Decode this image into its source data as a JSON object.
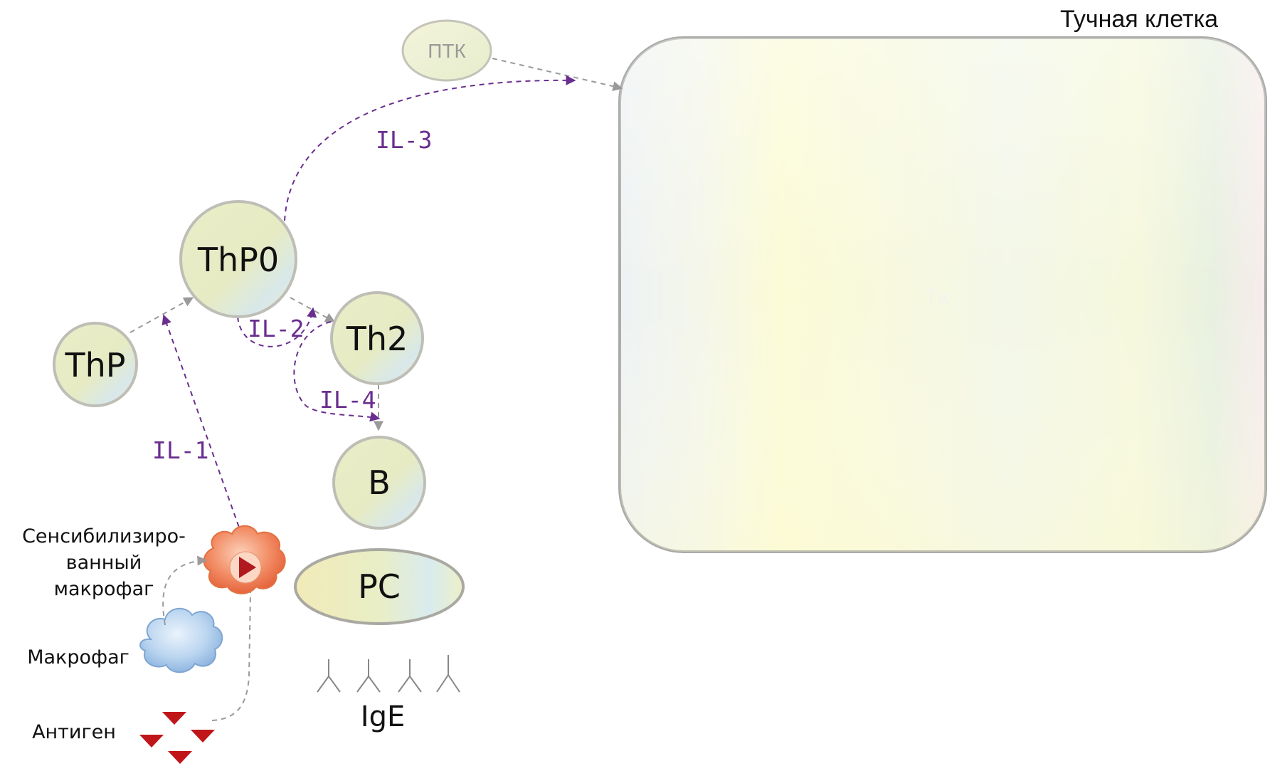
{
  "diagram": {
    "mast_cell_title": "Тучная клетка",
    "mast_cell_inner": "Тк",
    "ptk": "ПТК",
    "cells": {
      "thp": "ThP",
      "thp0": "ThP0",
      "th2": "Th2",
      "b": "B",
      "pc": "PC"
    },
    "interleukins": {
      "il1": "IL-1",
      "il2": "IL-2",
      "il3": "IL-3",
      "il4": "IL-4"
    },
    "labels": {
      "sensitized_line1": "Сенсибилизиро-",
      "sensitized_line2": "ванный",
      "sensitized_line3": "макрофаг",
      "macrophage": "Макрофаг",
      "antigen": "Антиген",
      "ige": "IgE"
    },
    "colors": {
      "purple_arrow": "#6a2e8f",
      "gray_arrow": "#9a9a9a",
      "cell_border": "#b8b8b0",
      "antigen_red": "#c0161a",
      "sensitized_macrophage": "#f07850",
      "macrophage_blue": "#a9cbec"
    }
  }
}
